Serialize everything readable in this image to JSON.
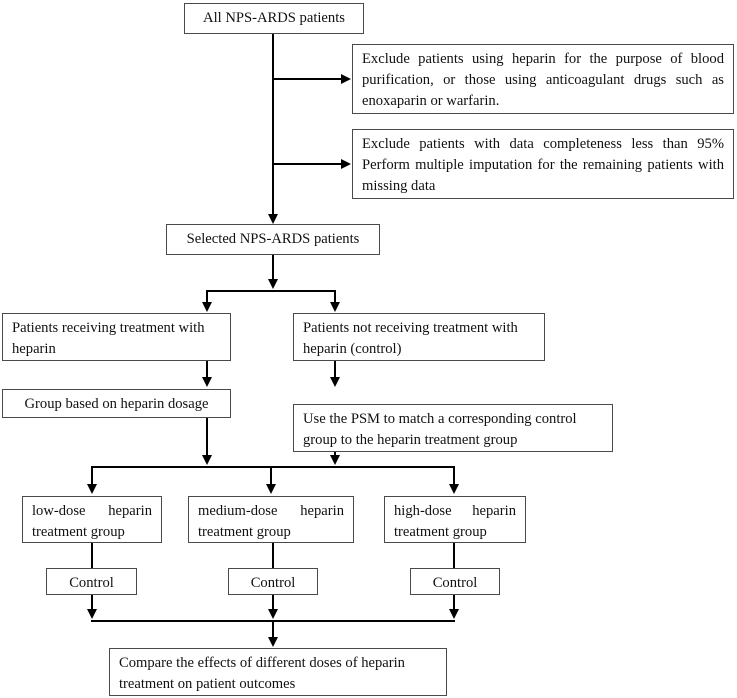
{
  "diagram": {
    "title": "NPS-ARDS heparin study flowchart",
    "stroke_color": "#000000",
    "box_border_color": "#4a4a4a",
    "background": "#ffffff"
  },
  "nodes": {
    "all_patients": "All NPS-ARDS patients",
    "exclude_1": "Exclude patients using heparin for the purpose of blood purification, or those using anticoagulant drugs such as enoxaparin or warfarin.",
    "exclude_2": "Exclude patients with data completeness less than 95% Perform multiple imputation for the remaining patients with missing data",
    "selected_patients": "Selected NPS-ARDS patients",
    "treatment_group": "Patients receiving treatment with heparin",
    "control_group": "Patients not receiving treatment with heparin (control)",
    "group_by_dosage": "Group based on heparin dosage",
    "psm_match": "Use the PSM to match a corresponding control group to the heparin treatment group",
    "low_dose": "low-dose heparin treatment group",
    "medium_dose": "medium-dose heparin treatment group",
    "high_dose": "high-dose heparin treatment group",
    "control_low": "Control",
    "control_medium": "Control",
    "control_high": "Control",
    "outcome": "Compare the effects of different doses of heparin treatment on patient outcomes"
  }
}
